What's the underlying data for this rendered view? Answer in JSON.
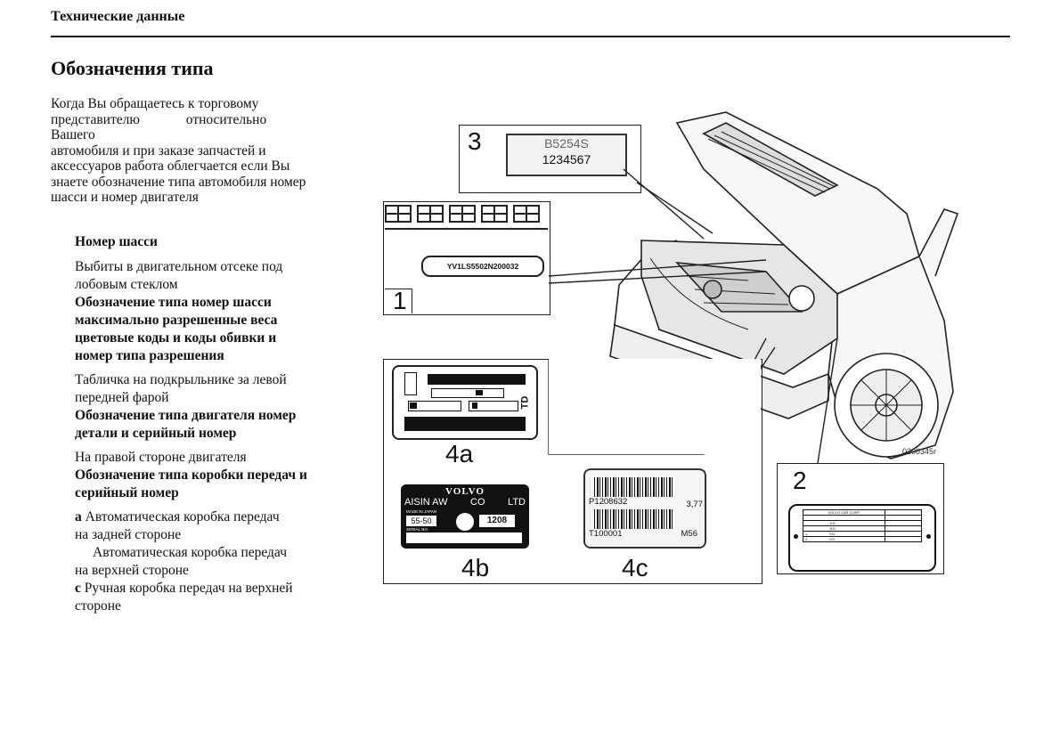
{
  "header": {
    "section": "Технические данные"
  },
  "title": "Обозначения типа",
  "intro": {
    "lines": [
      "Когда Вы обращаетесь к торговому",
      "представителю относительно Вашего",
      "автомобиля и при заказе запчастей и",
      "аксессуаров работа облегчается если Вы",
      "знаете обозначение типа автомобиля номер",
      "шасси и номер двигателя"
    ]
  },
  "sections": {
    "chassis_heading": "Номер шасси",
    "chassis_loc_1": "Выбиты в двигательном отсеке под",
    "chassis_loc_2": "лобовым стеклом",
    "type_bold_1": "Обозначение типа номер шасси",
    "type_bold_2": "максимально разрешенные веса",
    "type_bold_3": "цветовые коды и коды обивки и",
    "type_bold_4": "номер типа разрешения",
    "plate_loc_1": "Табличка на подкрыльнике за левой",
    "plate_loc_2": "передней фарой",
    "engine_bold_1": "Обозначение типа двигателя номер",
    "engine_bold_2": "детали и серийный номер",
    "engine_loc": "На правой стороне двигателя",
    "gearbox_bold_1": "Обозначение типа коробки передач и",
    "gearbox_bold_2": "серийный номер",
    "a_letter": "а",
    "a_line_1": "Автоматическая коробка передач",
    "a_line_2": "на задней стороне",
    "b_line_1": "Автоматическая коробка передач",
    "b_line_2": "на верхней стороне",
    "c_letter": "с",
    "c_line_1": "Ручная коробка передач на верхней",
    "c_line_2": "стороне"
  },
  "figure": {
    "box3_num": "3",
    "engine_code": "B5254S",
    "engine_serial": "1234567",
    "box1_num": "1",
    "vin": "YV1LS5502N200032",
    "box4a_num": "4a",
    "td_mark": "TD",
    "box4b_num": "4b",
    "aisin_brand": "VOLVO",
    "aisin_maker": "AISIN AW",
    "aisin_co": "CO",
    "aisin_ltd": "LTD",
    "aisin_made": "MADE IN JAPAN",
    "aisin_model": "55-50",
    "aisin_code": "1208",
    "aisin_serial_label": "SERIAL NO.",
    "box4c_num": "4c",
    "bc_part": "P1208632",
    "bc_ratio": "3,77",
    "bc_serial": "T100001",
    "bc_model": "M56",
    "box2_num": "2",
    "plate_maker": "VOLVO CAR CORP.",
    "plate_kg_1": "KG",
    "plate_kg_2": "KG",
    "plate_kg_3": "KG",
    "plate_kg_4": "KG",
    "plate_row_1": "1.",
    "plate_row_2": "2.",
    "fig_code": "0300345r"
  }
}
